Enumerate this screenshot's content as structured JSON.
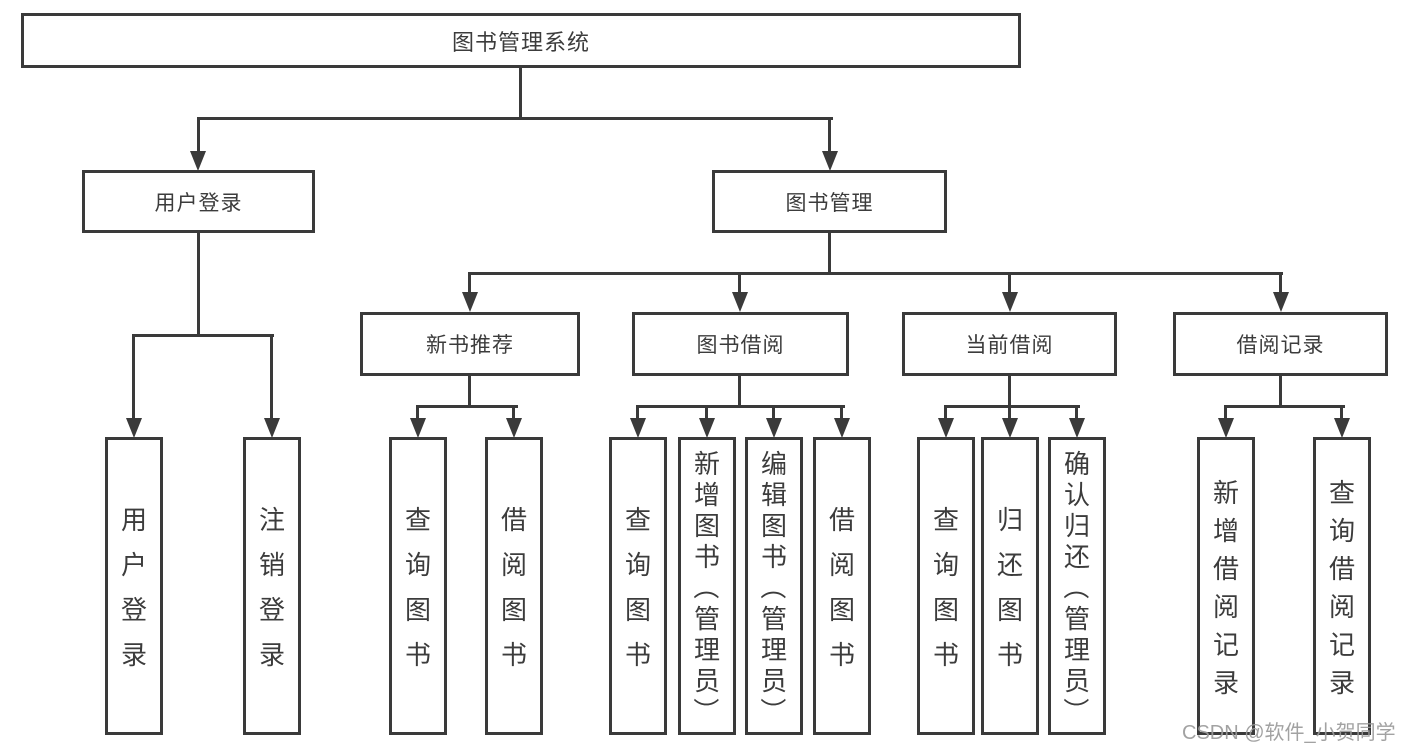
{
  "tree": {
    "root": {
      "label": "图书管理系统"
    },
    "branches": [
      {
        "label": "用户登录",
        "children": [
          {
            "label": "用户登录"
          },
          {
            "label": "注销登录"
          }
        ]
      },
      {
        "label": "图书管理",
        "children": [
          {
            "label": "新书推荐",
            "children": [
              {
                "label": "查询图书"
              },
              {
                "label": "借阅图书"
              }
            ]
          },
          {
            "label": "图书借阅",
            "children": [
              {
                "label": "查询图书"
              },
              {
                "label": "新增图书（管理员）"
              },
              {
                "label": "编辑图书（管理员）"
              },
              {
                "label": "借阅图书"
              }
            ]
          },
          {
            "label": "当前借阅",
            "children": [
              {
                "label": "查询图书"
              },
              {
                "label": "归还图书"
              },
              {
                "label": "确认归还（管理员）"
              }
            ]
          },
          {
            "label": "借阅记录",
            "children": [
              {
                "label": "新增借阅记录"
              },
              {
                "label": "查询借阅记录"
              }
            ]
          }
        ]
      }
    ]
  },
  "watermark": {
    "text": "CSDN @软件_小贺同学"
  },
  "colors": {
    "line": "#3a3a3a",
    "text": "#3c3c3c",
    "box_background": "#ffffff",
    "page_background": "#ffffff",
    "watermark": "#9b9b9b"
  }
}
